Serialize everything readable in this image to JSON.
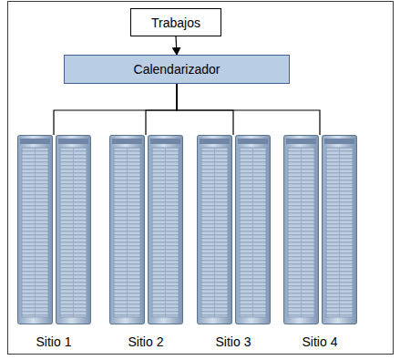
{
  "diagram": {
    "nodes": [
      {
        "text": [
          "Trabajos"
        ]
      },
      {
        "text": [
          "Calendarizador"
        ]
      },
      {
        "text": [
          "Sitio 1"
        ]
      },
      {
        "text": [
          "Sitio 2"
        ]
      },
      {
        "text": [
          "Sitio 3"
        ]
      },
      {
        "text": [
          "Sitio 4"
        ]
      }
    ],
    "edges": [
      {
        "from": 0,
        "to": 1,
        "arrow": "to"
      },
      {
        "from": 1,
        "to": 2,
        "arrow": "none"
      },
      {
        "from": 1,
        "to": 3,
        "arrow": "none"
      },
      {
        "from": 1,
        "to": 4,
        "arrow": "none"
      },
      {
        "from": 1,
        "to": 5,
        "arrow": "none"
      }
    ]
  }
}
